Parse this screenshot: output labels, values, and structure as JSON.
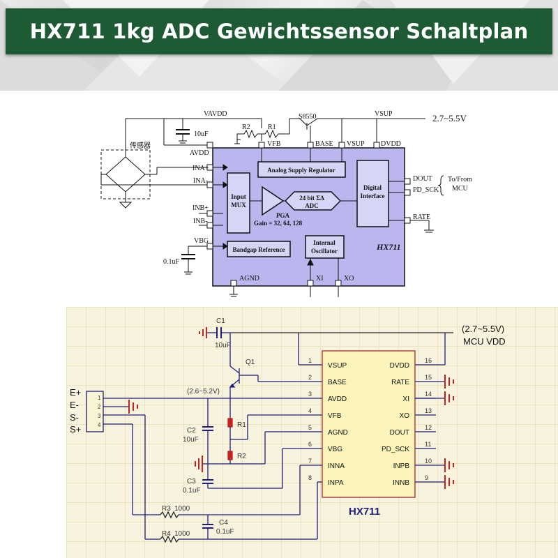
{
  "banner": {
    "title": "HX711 1kg ADC Gewichtssensor Schaltplan"
  },
  "block_diagram": {
    "vavdd": "VAVDD",
    "s8550": "S8550",
    "vsup": "VSUP",
    "supply_range": "2.7~5.5V",
    "cap_10uf": "10uF",
    "r2": "R2",
    "r1": "R1",
    "sensor": "传感器",
    "pin_avdd": "AVDD",
    "pin_vfb": "VFB",
    "pin_base": "BASE",
    "pin_vsup": "VSUP",
    "pin_dvdd": "DVDD",
    "pin_ina_p": "INA+",
    "pin_ina_n": "INA-",
    "pin_inb_p": "INB+",
    "pin_inb_n": "INB-",
    "pin_vbg": "VBG",
    "analog_reg": "Analog Supply Regulator",
    "input_mux_1": "Input",
    "input_mux_2": "MUX",
    "pga": "PGA",
    "gain": "Gain = 32, 64, 128",
    "adc_1": "24 bit ΣΔ",
    "adc_2": "ADC",
    "digital_1": "Digital",
    "digital_2": "Interface",
    "bandgap": "Bandgap Reference",
    "osc_1": "Internal",
    "osc_2": "Oscillator",
    "chip_name": "HX711",
    "cap_01uf": "0.1uF",
    "agnd": "AGND",
    "xi": "XI",
    "xo": "XO",
    "dout": "DOUT",
    "pd_sck": "PD_SCK",
    "rate": "RATE",
    "tofrom_1": "To/From",
    "tofrom_2": "MCU"
  },
  "schematic": {
    "c1": "C1",
    "c1_val": "10uF",
    "supply_1": "(2.7~5.5V)",
    "supply_2": "MCU VDD",
    "q1": "Q1",
    "avdd_range": "(2.6~5.2V)",
    "conn_labels": [
      "E+",
      "E-",
      "S-",
      "S+"
    ],
    "conn_pins": [
      "1",
      "2",
      "3",
      "4"
    ],
    "r1": "R1",
    "r2": "R2",
    "c2": "C2",
    "c2_val": "10uF",
    "c3": "C3",
    "c3_val": "0.1uF",
    "r3": "R3",
    "r3_val": "1000",
    "r4": "R4",
    "r4_val": "1000",
    "c4": "C4",
    "c4_val": "0.1uF",
    "chip_name": "HX711",
    "left_pins": [
      {
        "num": "1",
        "name": "VSUP"
      },
      {
        "num": "2",
        "name": "BASE"
      },
      {
        "num": "3",
        "name": "AVDD"
      },
      {
        "num": "4",
        "name": "VFB"
      },
      {
        "num": "5",
        "name": "AGND"
      },
      {
        "num": "6",
        "name": "VBG"
      },
      {
        "num": "7",
        "name": "INNA"
      },
      {
        "num": "8",
        "name": "INPA"
      }
    ],
    "right_pins": [
      {
        "num": "16",
        "name": "DVDD"
      },
      {
        "num": "15",
        "name": "RATE"
      },
      {
        "num": "14",
        "name": "XI"
      },
      {
        "num": "13",
        "name": "XO"
      },
      {
        "num": "12",
        "name": "DOUT"
      },
      {
        "num": "11",
        "name": "PD_SCK"
      },
      {
        "num": "10",
        "name": "INPB"
      },
      {
        "num": "9",
        "name": "INNB"
      }
    ]
  }
}
